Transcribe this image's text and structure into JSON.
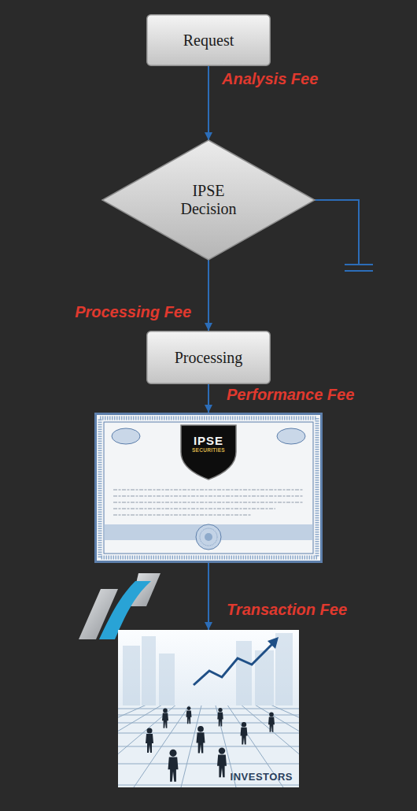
{
  "diagram": {
    "nodes": [
      {
        "text": [
          "Request"
        ]
      },
      {
        "text": [
          "IPSE Decision"
        ]
      },
      {
        "text": [
          "Processing"
        ]
      },
      {
        "text": [
          "IPSE",
          "SECURITIES"
        ]
      },
      {
        "text": [
          "INVESTORS"
        ]
      }
    ],
    "edges": [
      {
        "from": 0,
        "to": 1,
        "arrow": "to",
        "label": "Analysis Fee"
      },
      {
        "from": 1,
        "to": 2,
        "arrow": "to",
        "label": "Processing Fee"
      },
      {
        "from": 2,
        "to": 3,
        "arrow": "to",
        "label": "Performance Fee"
      },
      {
        "from": 3,
        "to": 4,
        "arrow": "to",
        "label": "Transaction Fee"
      }
    ]
  }
}
